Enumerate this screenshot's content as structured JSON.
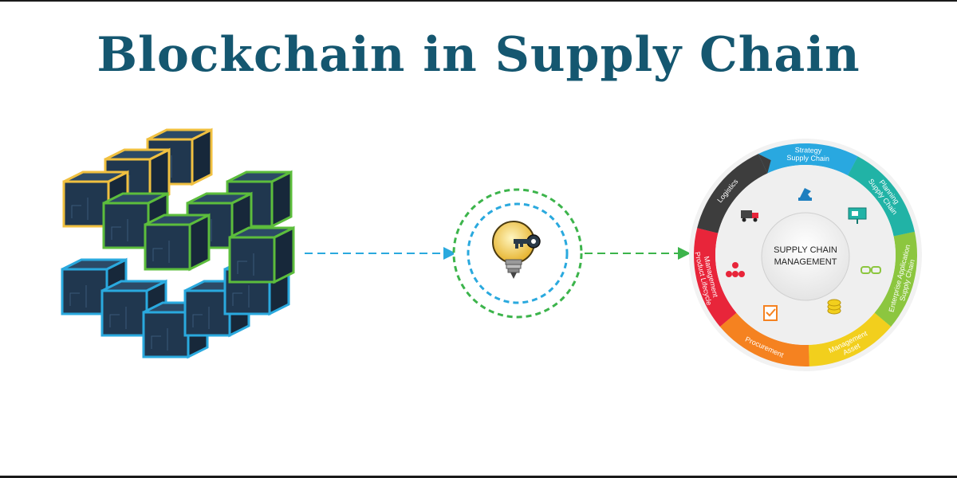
{
  "title": "Blockchain in Supply Chain",
  "scm": {
    "center_line1": "SUPPLY CHAIN",
    "center_line2": "MANAGEMENT",
    "segments": [
      {
        "label1": "Supply Chain",
        "label2": "Strategy",
        "color": "#29a8e0"
      },
      {
        "label1": "Supply Chain",
        "label2": "Planning",
        "color": "#21b3a6"
      },
      {
        "label1": "Supply Chain",
        "label2": "Enterprise Application",
        "color": "#8cc63f"
      },
      {
        "label1": "Asset",
        "label2": "Management",
        "color": "#f2cf1d"
      },
      {
        "label1": "Procurement",
        "label2": "",
        "color": "#f58220"
      },
      {
        "label1": "Product Lifecycle",
        "label2": "Management",
        "color": "#e8253a"
      },
      {
        "label1": "Logistics",
        "label2": "",
        "color": "#3d3d3d"
      }
    ]
  },
  "colors": {
    "title": "#155770",
    "cube_face": "#20374f",
    "cube_yellow": "#f0c040",
    "cube_green": "#5cbd3c",
    "cube_blue": "#2aa9de",
    "arrow_blue": "#2aa9de",
    "arrow_green": "#3cb44b"
  },
  "icons": [
    "blockchain-cubes-icon",
    "lightbulb-key-icon",
    "truck-icon",
    "knight-icon",
    "presentation-icon",
    "network-icon",
    "glasses-icon",
    "checklist-icon",
    "coins-icon"
  ]
}
